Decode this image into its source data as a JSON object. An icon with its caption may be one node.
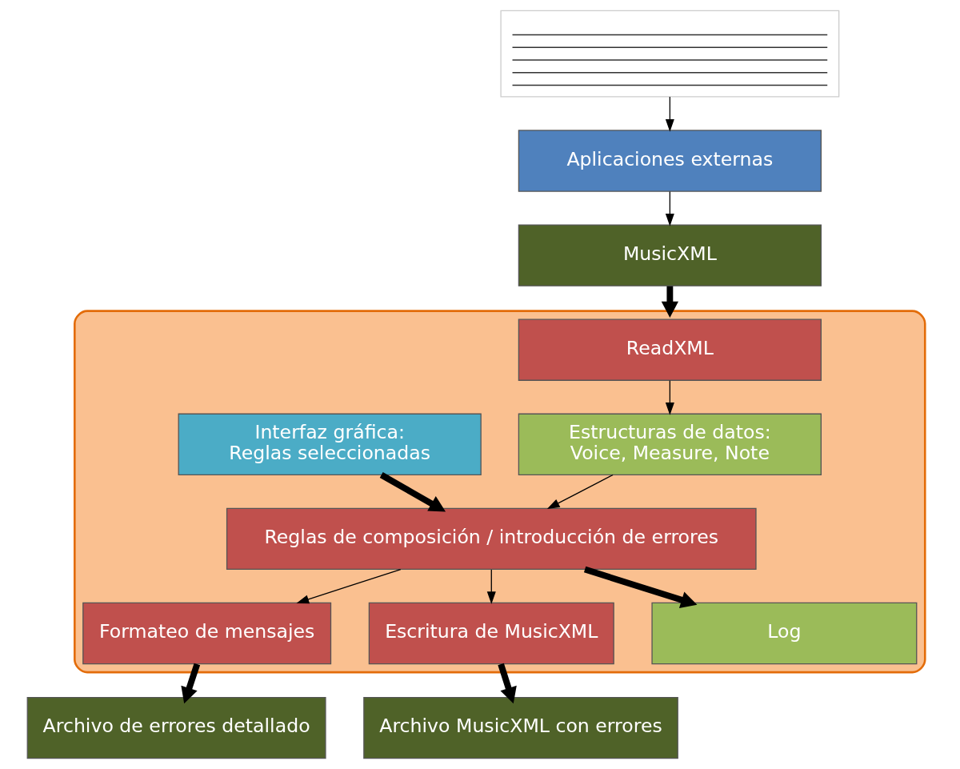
{
  "diagram": {
    "nodes": [
      {
        "text": [],
        "shape": "picture"
      },
      {
        "text": [
          "Aplicaciones externas"
        ]
      },
      {
        "text": [
          "MusicXML"
        ]
      },
      {
        "text": [
          "Archivo de errores detallado"
        ]
      },
      {
        "text": [
          "Archivo MusicXML con errores"
        ]
      },
      {
        "text": [],
        "shape": "box"
      },
      {
        "text": [
          "ReadXML"
        ],
        "in": 5
      },
      {
        "text": [
          "Formateo de mensajes"
        ],
        "in": 5
      },
      {
        "text": [
          "Escritura de MusicXML"
        ],
        "in": 5
      },
      {
        "text": [
          "Estructuras de datos:",
          "Voice, Measure, Note"
        ],
        "in": 5
      },
      {
        "text": [
          "Reglas de composición / introducción de errores"
        ],
        "in": 5
      },
      {
        "text": [
          "Interfaz gráfica:",
          "Reglas seleccionadas"
        ],
        "in": 5
      },
      {
        "text": [
          "Log"
        ],
        "in": 5
      }
    ],
    "edges": [
      {
        "from": 0,
        "to": 1,
        "arrow": "to"
      },
      {
        "from": 1,
        "to": 2,
        "arrow": "to"
      },
      {
        "from": 2,
        "to": 5,
        "arrow": "to",
        "style": "thick"
      },
      {
        "from": 6,
        "to": 9,
        "arrow": "to"
      },
      {
        "from": 9,
        "to": 10,
        "arrow": "to"
      },
      {
        "from": 10,
        "to": 7,
        "arrow": "to"
      },
      {
        "from": 10,
        "to": 8,
        "arrow": "to"
      },
      {
        "from": 7,
        "to": 3,
        "arrow": "to",
        "style": "thick"
      },
      {
        "from": 8,
        "to": 4,
        "arrow": "to",
        "style": "thick"
      },
      {
        "from": 11,
        "to": 10,
        "arrow": "to",
        "style": "thick"
      },
      {
        "from": 10,
        "to": 12,
        "arrow": "to",
        "style": "thick"
      }
    ]
  }
}
